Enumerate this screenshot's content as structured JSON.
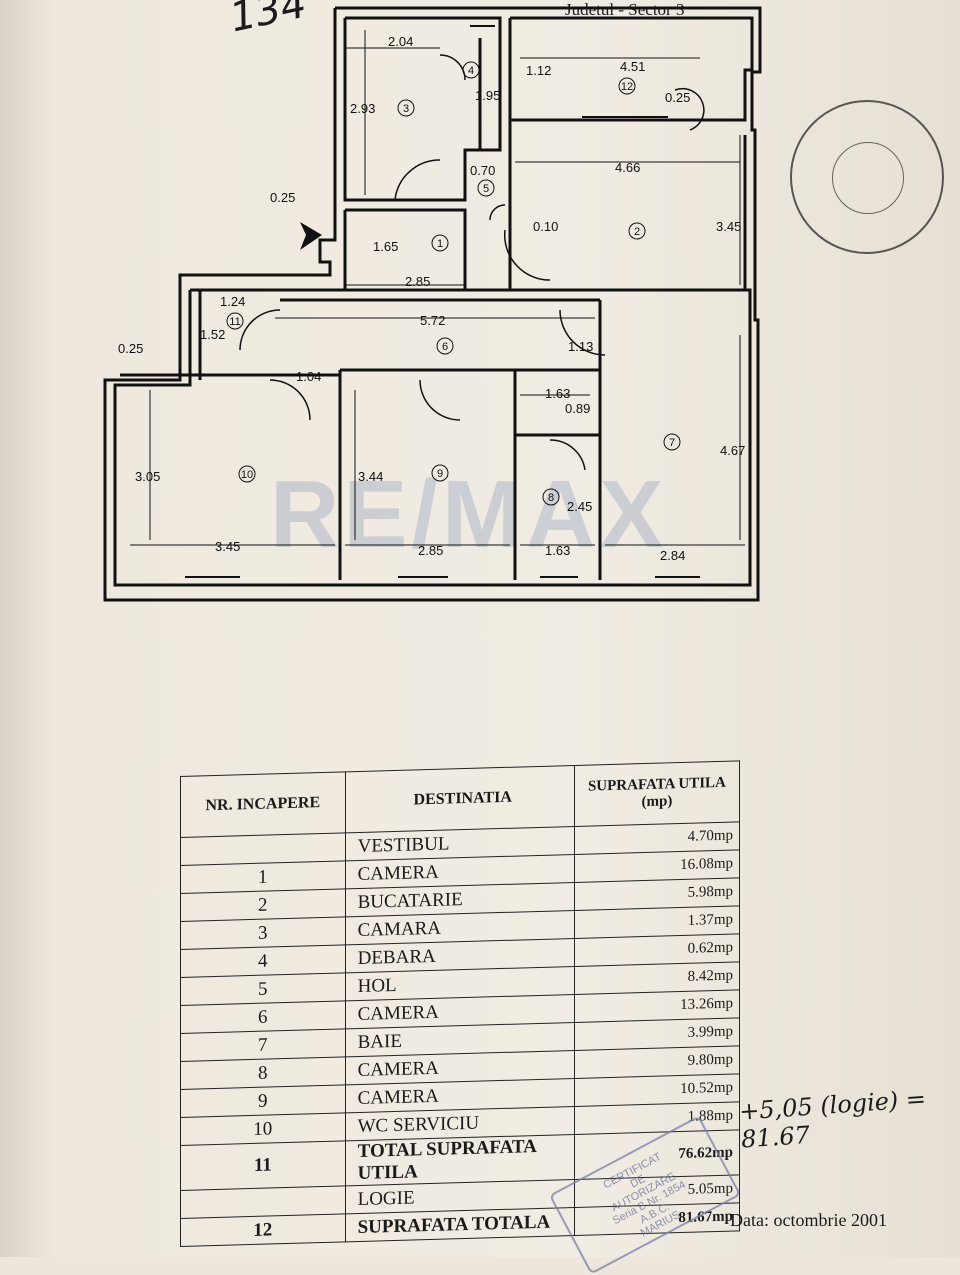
{
  "header": {
    "text": "Judetul - Sector 3",
    "handwritten_number": "134"
  },
  "watermark": {
    "text": "RE/MAX"
  },
  "floorplan": {
    "dimensions": [
      "2.04",
      "1.12",
      "4.51",
      "2.93",
      "1.95",
      "0.25",
      "0.70",
      "4.66",
      "0.25",
      "0.10",
      "3.45",
      "1.65",
      "2.85",
      "1.24",
      "5.72",
      "1.52",
      "1.13",
      "0.25",
      "1.04",
      "1.63",
      "0.89",
      "3.05",
      "3.44",
      "2.45",
      "4.67",
      "3.45",
      "2.85",
      "1.63",
      "2.84"
    ],
    "room_numbers": [
      "1",
      "2",
      "3",
      "4",
      "5",
      "6",
      "7",
      "8",
      "9",
      "10",
      "11",
      "12"
    ]
  },
  "table": {
    "headers": {
      "nr": "NR. INCAPERE",
      "destinatia": "DESTINATIA",
      "suprafata": "SUPRAFATA UTILA (mp)"
    },
    "rows": [
      {
        "nr": "",
        "dest": "VESTIBUL",
        "area": "4.70mp"
      },
      {
        "nr": "1",
        "dest": "CAMERA",
        "area": "16.08mp"
      },
      {
        "nr": "2",
        "dest": "BUCATARIE",
        "area": "5.98mp"
      },
      {
        "nr": "3",
        "dest": "CAMARA",
        "area": "1.37mp"
      },
      {
        "nr": "4",
        "dest": "DEBARA",
        "area": "0.62mp"
      },
      {
        "nr": "5",
        "dest": "HOL",
        "area": "8.42mp"
      },
      {
        "nr": "6",
        "dest": "CAMERA",
        "area": "13.26mp"
      },
      {
        "nr": "7",
        "dest": "BAIE",
        "area": "3.99mp"
      },
      {
        "nr": "8",
        "dest": "CAMERA",
        "area": "9.80mp"
      },
      {
        "nr": "9",
        "dest": "CAMERA",
        "area": "10.52mp"
      },
      {
        "nr": "10",
        "dest": "WC SERVICIU",
        "area": "1.88mp"
      },
      {
        "nr": "11",
        "dest": "TOTAL SUPRAFATA UTILA",
        "area": "76.62mp"
      },
      {
        "nr": "",
        "dest": "LOGIE",
        "area": "5.05mp"
      },
      {
        "nr": "12",
        "dest": "SUPRAFATA TOTALA",
        "area": "81.67mp"
      }
    ]
  },
  "annotation": "+5,05 (logie) = 81.67",
  "stamp": {
    "lines": [
      "CERTIFICAT",
      "DE",
      "AUTORIZARE",
      "Seria B Nr. 1854",
      "A.B.C.",
      "MARIUS"
    ]
  },
  "date": "Data: octombrie 2001"
}
